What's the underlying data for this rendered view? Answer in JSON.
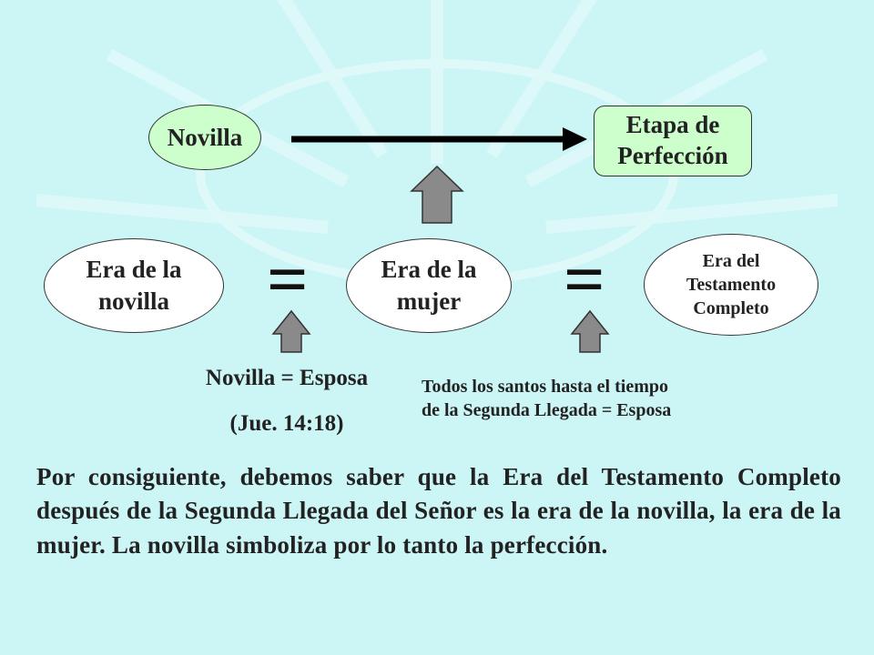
{
  "colors": {
    "background": "#ccf6f6",
    "green_node": "#ccffcc",
    "white_node": "#ffffff",
    "arrow_gray": "#888888"
  },
  "diagram": {
    "top_left_node": "Novilla",
    "top_right_node": "Etapa de\nPerfección",
    "era_left": "Era de la\nnovilla",
    "era_middle": "Era de la\nmujer",
    "era_right": "Era del\nTestamento\nCompleto",
    "equals_1": "=",
    "equals_2": "=",
    "caption_left_1": "Novilla = Esposa",
    "caption_left_2": "(Jue. 14:18)",
    "caption_right": "Todos los santos hasta el tiempo\nde la Segunda Llegada = Esposa"
  },
  "paragraph": "Por consiguiente, debemos saber que la Era del Testamento Completo después de la Segunda Llegada del Señor es la era de la novilla, la era de la mujer. La novilla simboliza por lo tanto la perfección."
}
